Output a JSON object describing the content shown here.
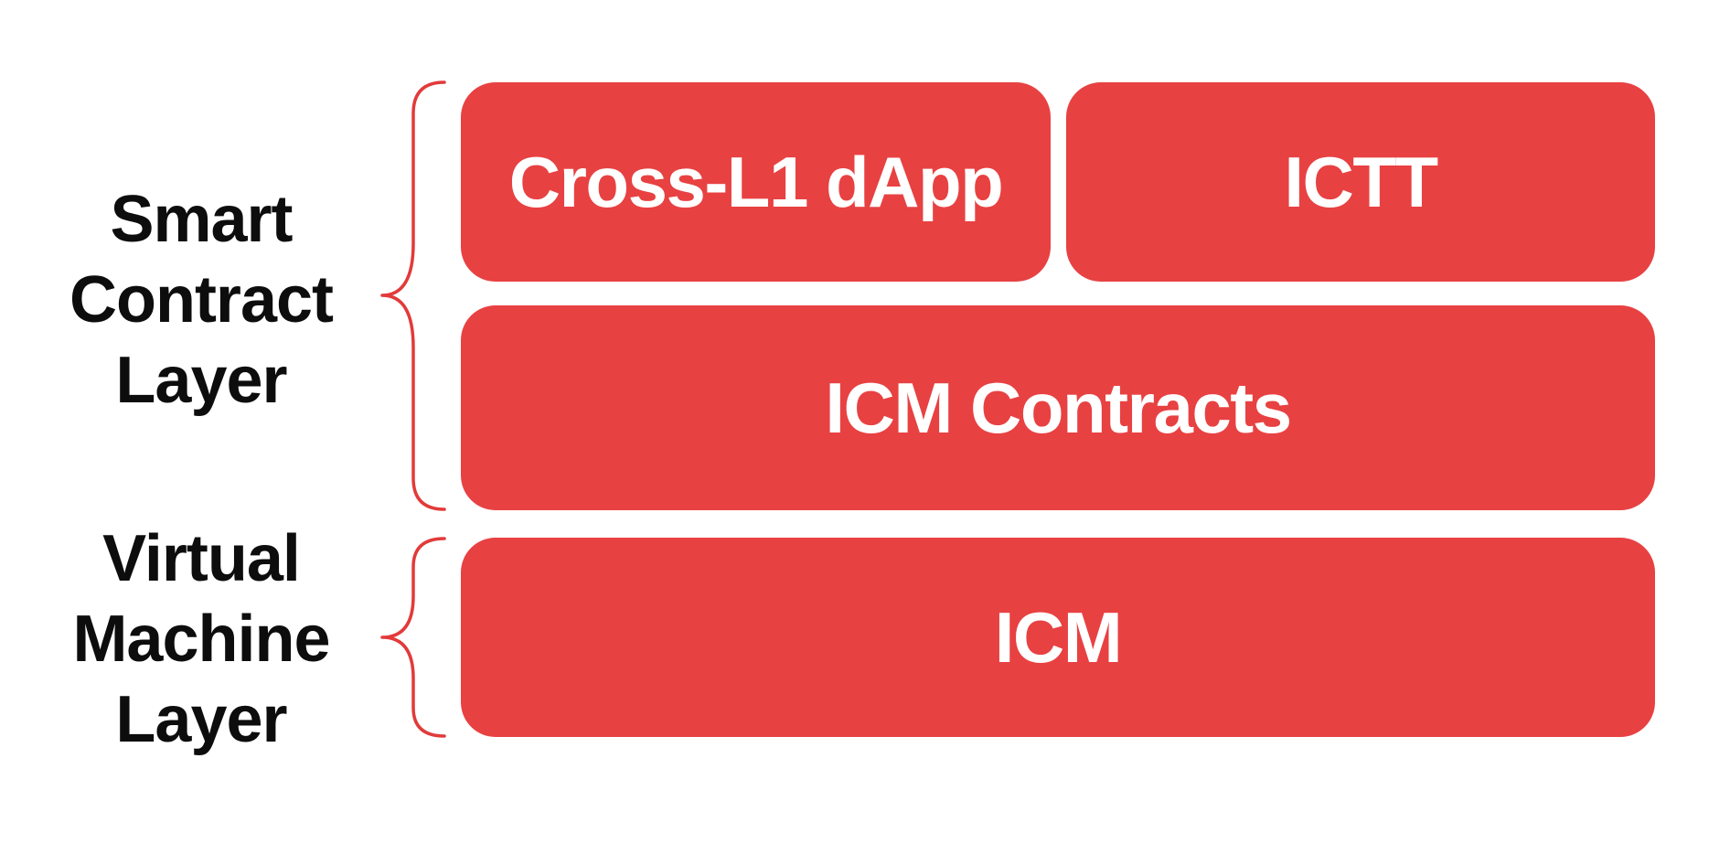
{
  "colors": {
    "background": "#ffffff",
    "box_red": "#E84142",
    "brace_red": "#E23A3A",
    "label_text": "#0D0D0D",
    "box_text": "#ffffff"
  },
  "layers": [
    {
      "name": "Smart Contract Layer",
      "label_lines": [
        "Smart",
        "Contract",
        "Layer"
      ]
    },
    {
      "name": "Virtual Machine Layer",
      "label_lines": [
        "Virtual",
        "Machine",
        "Layer"
      ]
    }
  ],
  "boxes": {
    "cross_l1_dapp": "Cross-L1 dApp",
    "ictt": "ICTT",
    "icm_contracts": "ICM Contracts",
    "icm": "ICM"
  }
}
